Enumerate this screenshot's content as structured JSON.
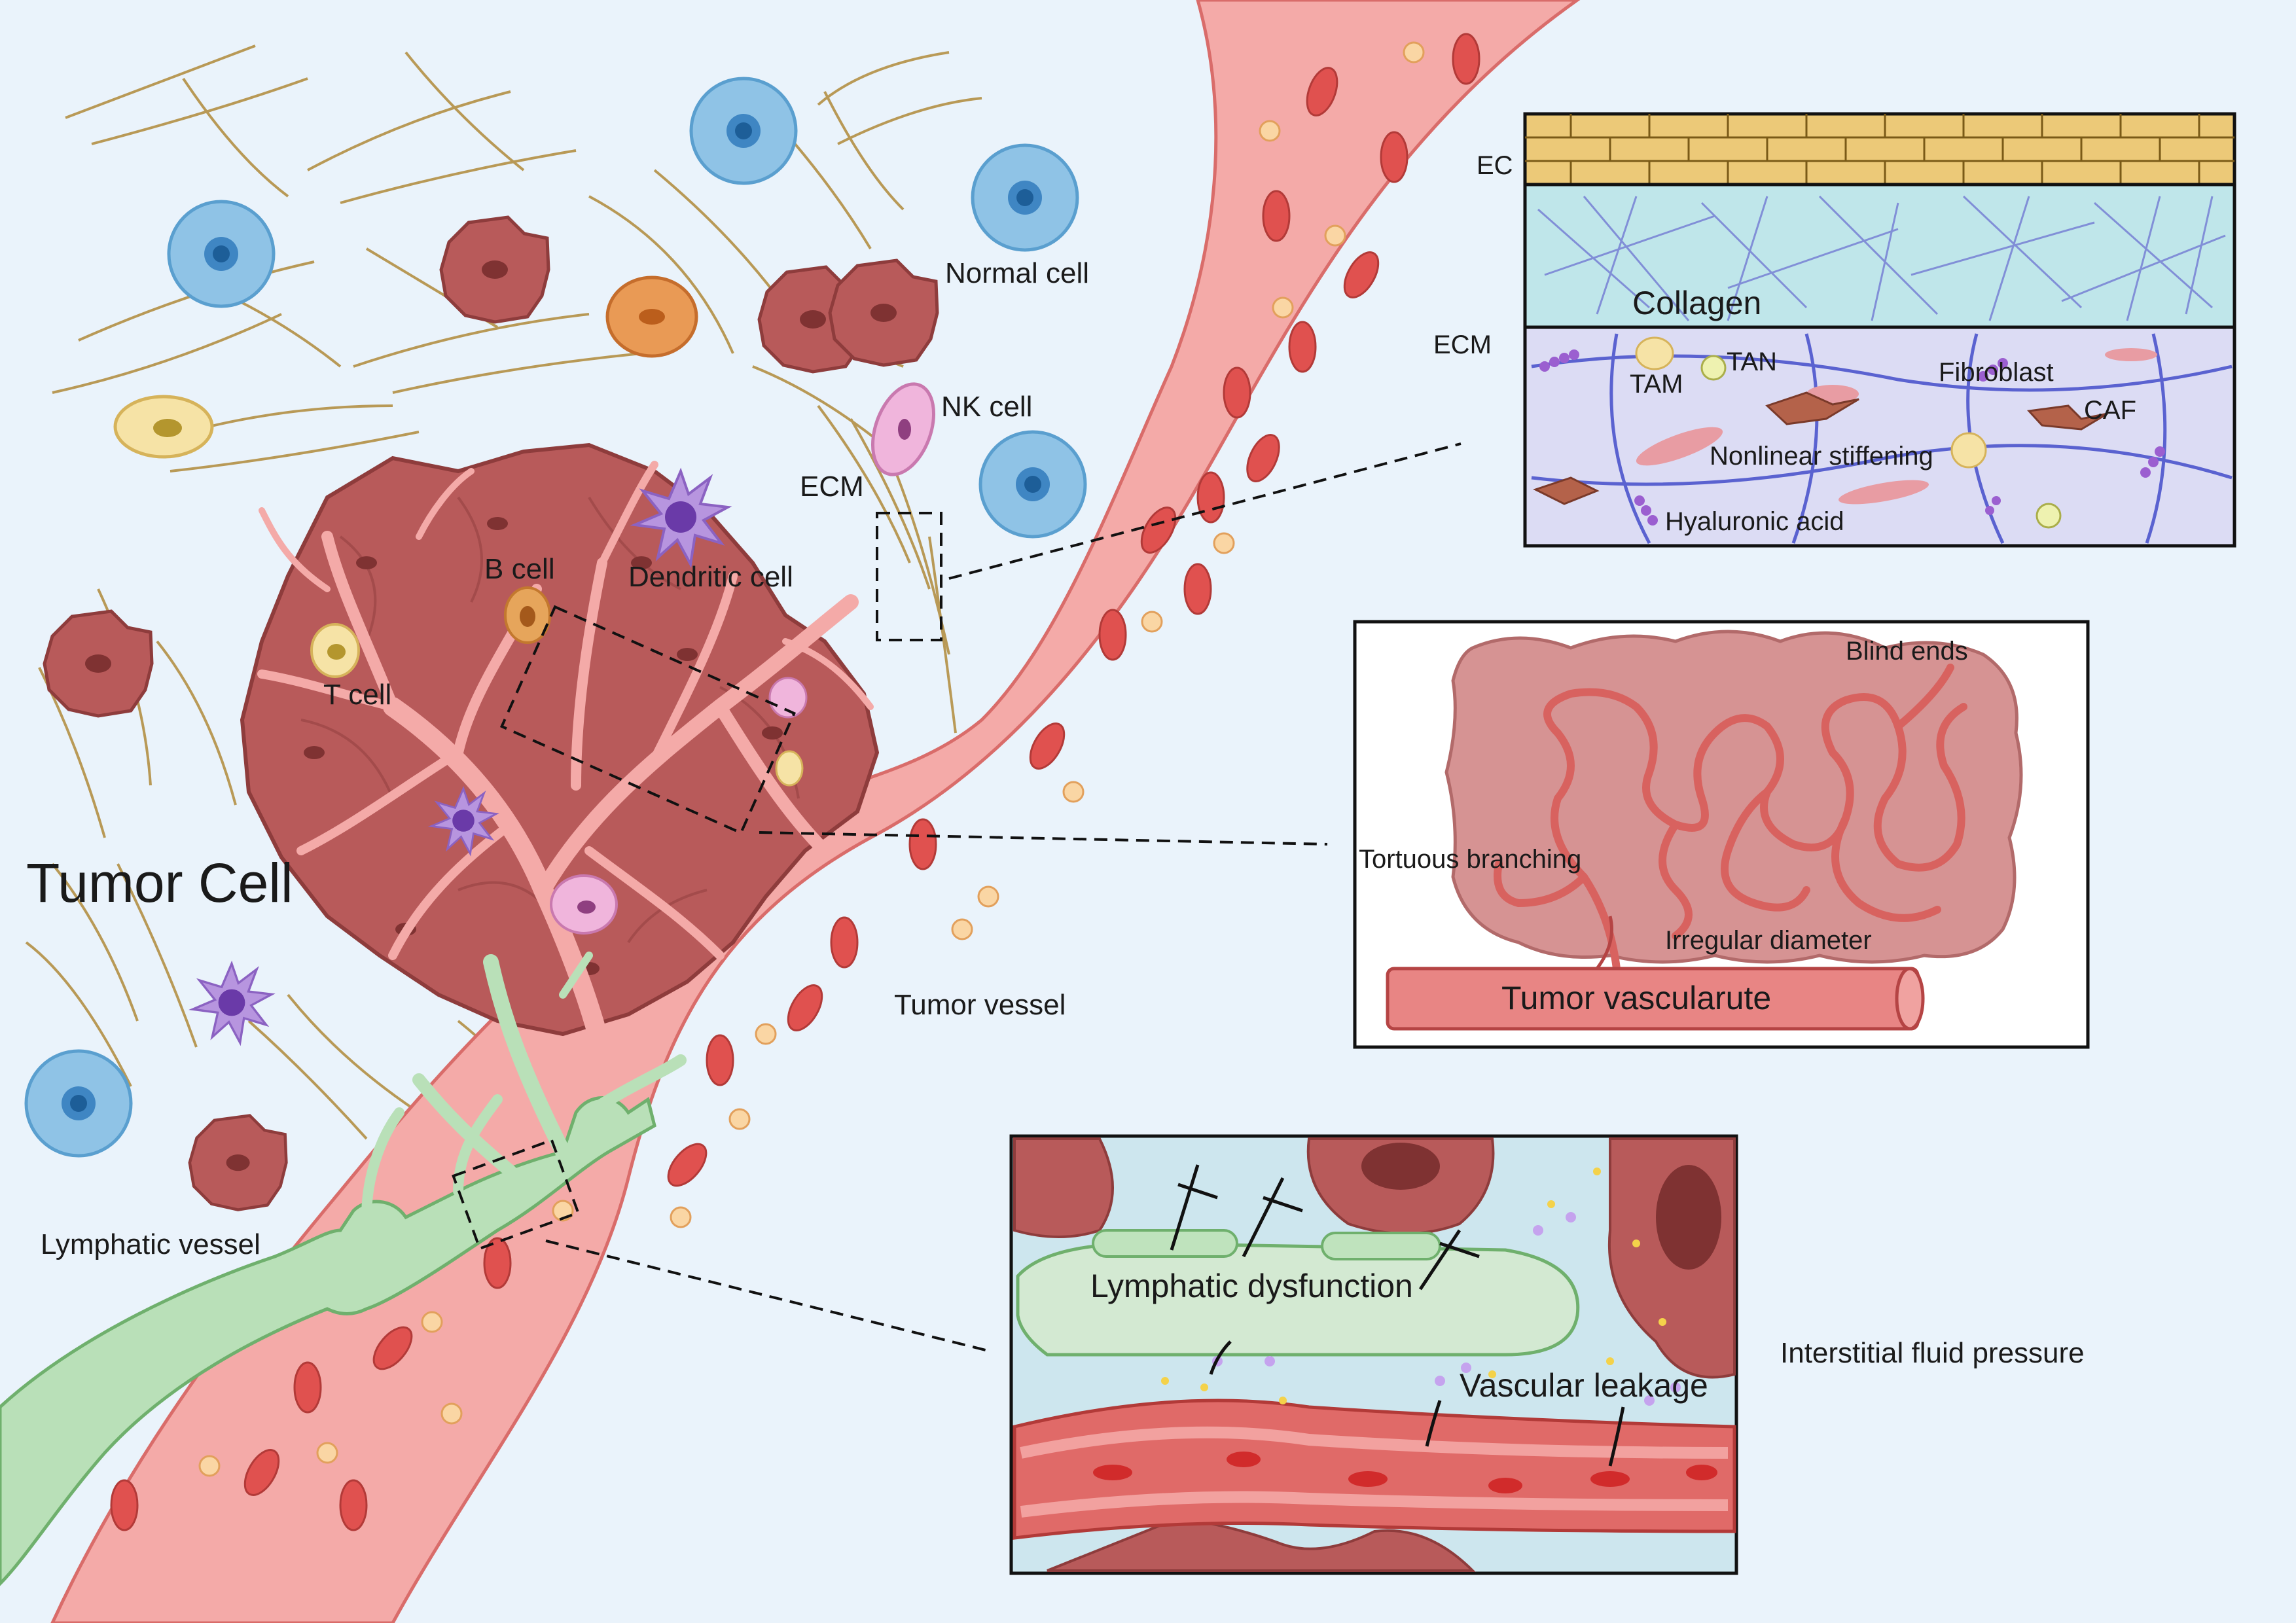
{
  "labels": {
    "tumor_cell": "Tumor Cell",
    "normal_cell": "Normal cell",
    "nk_cell": "NK cell",
    "ecm": "ECM",
    "b_cell": "B cell",
    "dendritic_cell": "Dendritic cell",
    "t_cell": "T cell",
    "tumor_vessel": "Tumor vessel",
    "lymphatic_vessel": "Lymphatic vessel"
  },
  "ecm_panel": {
    "ec": "EC",
    "ecm": "ECM",
    "collagen": "Collagen",
    "tam": "TAM",
    "tan": "TAN",
    "fibroblast": "Fibroblast",
    "caf": "CAF",
    "nonlinear_stiffening": "Nonlinear stiffening",
    "hyaluronic_acid": "Hyaluronic acid"
  },
  "vascular_panel": {
    "blind_ends": "Blind ends",
    "tortuous_branching": "Tortuous branching",
    "irregular_diameter": "Irregular diameter",
    "tumor_vasculature": "Tumor vascularute"
  },
  "fluid_panel": {
    "lymphatic_dysfunction": "Lymphatic dysfunction",
    "vascular_leakage": "Vascular leakage",
    "interstitial_fluid_pressure": "Interstitial fluid pressure"
  },
  "colors": {
    "background": "#eaf3fb",
    "tumor": "#b85a5a",
    "vessel": "#f4aaa8",
    "lymph": "#b9e0b8",
    "normal_cell": "#8fc3e6",
    "collagen_band": "#bfe6ea",
    "ecm_band": "#dcdcf4",
    "ec_band": "#ecc978"
  }
}
